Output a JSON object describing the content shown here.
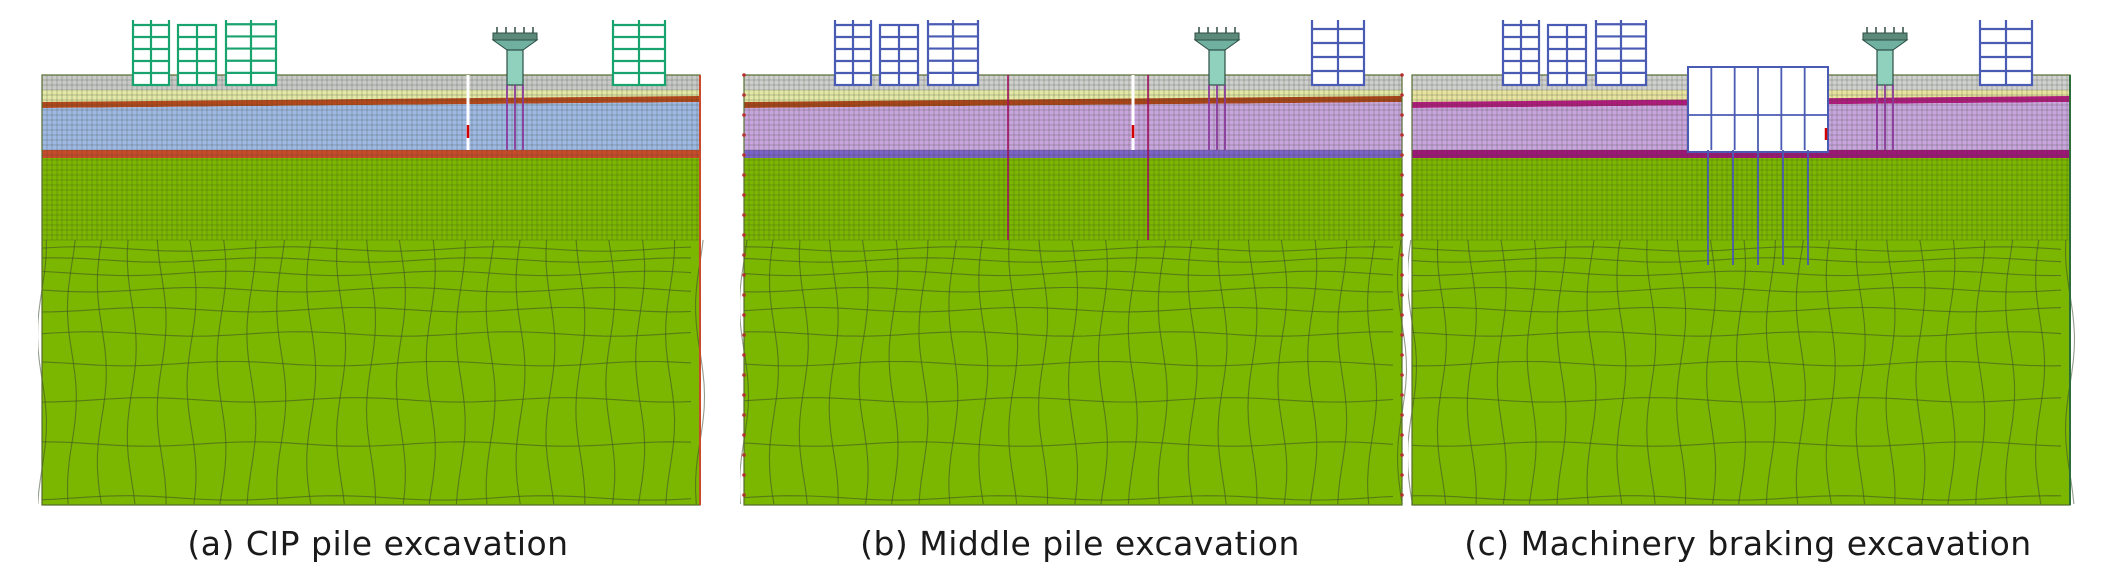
{
  "panels": [
    {
      "caption": "(a) CIP pile excavation",
      "variant": "a",
      "colors": {
        "deep": "#7bb600",
        "layer_gray": "#c9c9c9",
        "layer_yellow": "#e3e8a8",
        "layer_brown": "#b4471c",
        "layer_mid": "#9fb9e6",
        "layer_band": "#c94a2a",
        "building": "#19a36f",
        "edge": "#c94a2a"
      }
    },
    {
      "caption": "(b) Middle pile excavation",
      "variant": "b",
      "colors": {
        "deep": "#7bb600",
        "layer_gray": "#cfcfcf",
        "layer_yellow": "#e3e8a8",
        "layer_brown": "#a9431a",
        "layer_mid": "#c9a5e0",
        "layer_band": "#7b63c9",
        "building": "#4a5bb3",
        "edge": "#b73030"
      }
    },
    {
      "caption": "(c) Machinery braking excavation",
      "variant": "c",
      "colors": {
        "deep": "#7bb600",
        "layer_gray": "#d0d0d0",
        "layer_yellow": "#e9e3a2",
        "layer_brown": "#b0197d",
        "layer_mid": "#c9a5e0",
        "layer_band": "#a0157a",
        "building": "#4a5bb3",
        "edge": "#2b6e3a"
      }
    }
  ]
}
